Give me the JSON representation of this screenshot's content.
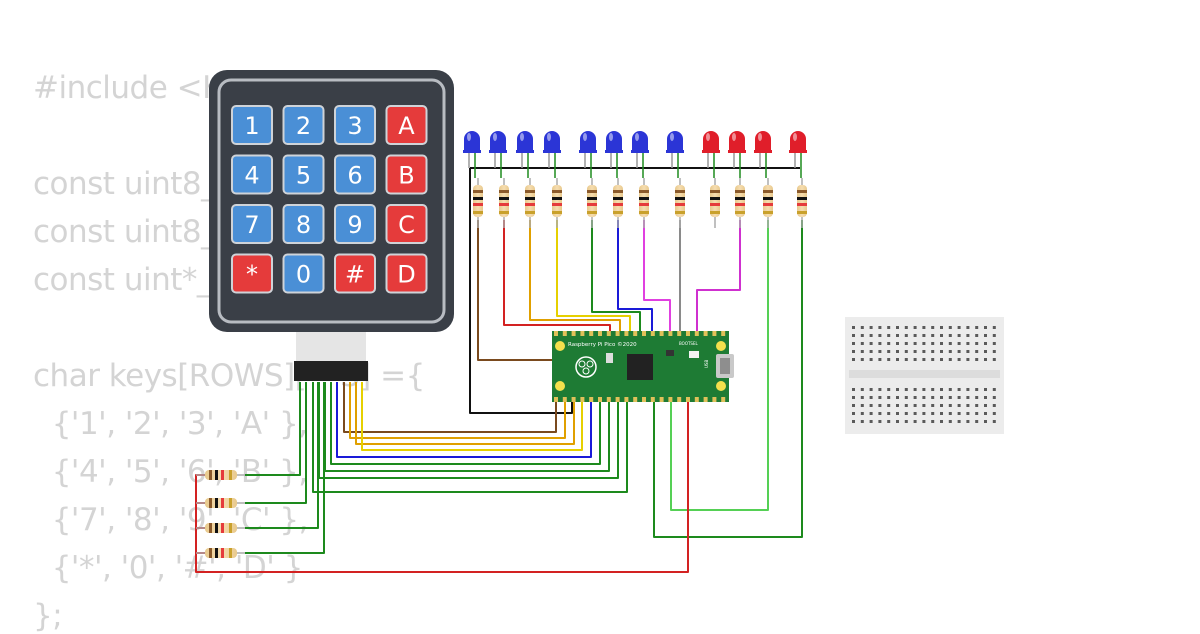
{
  "code": {
    "lines": [
      "#include <K",
      "",
      "const uint8_",
      "const uint8_",
      "const uint*_",
      "",
      "char keys[ROWS][",
      "S] ={",
      "  {'1', '2', '3', 'A' },",
      "  {'4', '5', '6', 'B' },",
      "  {'7', '8', '9', 'C' },",
      "  {'*', '0', '#', 'D' }",
      "};"
    ]
  },
  "keypad": {
    "keys": [
      {
        "label": "1",
        "color": "#4a8fd6"
      },
      {
        "label": "2",
        "color": "#4a8fd6"
      },
      {
        "label": "3",
        "color": "#4a8fd6"
      },
      {
        "label": "A",
        "color": "#e53b3b"
      },
      {
        "label": "4",
        "color": "#4a8fd6"
      },
      {
        "label": "5",
        "color": "#4a8fd6"
      },
      {
        "label": "6",
        "color": "#4a8fd6"
      },
      {
        "label": "B",
        "color": "#e53b3b"
      },
      {
        "label": "7",
        "color": "#4a8fd6"
      },
      {
        "label": "8",
        "color": "#4a8fd6"
      },
      {
        "label": "9",
        "color": "#4a8fd6"
      },
      {
        "label": "C",
        "color": "#e53b3b"
      },
      {
        "label": "*",
        "color": "#e53b3b"
      },
      {
        "label": "0",
        "color": "#4a8fd6"
      },
      {
        "label": "#",
        "color": "#e53b3b"
      },
      {
        "label": "D",
        "color": "#e53b3b"
      }
    ]
  },
  "leds": {
    "colors": [
      "blue",
      "blue",
      "blue",
      "blue",
      "blue",
      "blue",
      "blue",
      "blue",
      "red",
      "red",
      "red",
      "red"
    ]
  },
  "pico": {
    "label": "Raspberry Pi Pico ©2020",
    "bootsel_label": "BOOTSEL",
    "usb_label": "USB"
  },
  "colors": {
    "board_green": "#1e7b34",
    "led_blue": "#2b35d6",
    "led_red": "#e01e2a",
    "code_text": "#d4d4d4"
  }
}
